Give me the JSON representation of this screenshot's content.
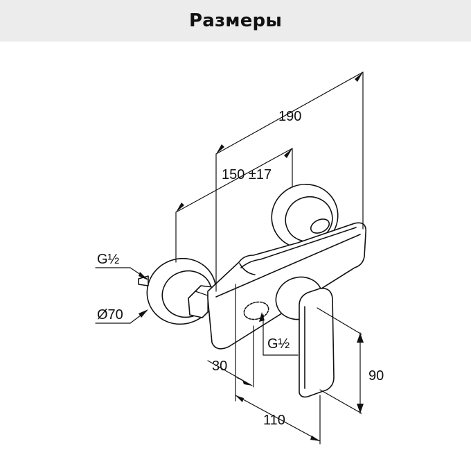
{
  "header": {
    "title": "Размеры"
  },
  "dimensions": {
    "overall_width": "190",
    "center_distance": "150 ±17",
    "inlet_thread": "G½",
    "flange_diameter": "Ø70",
    "outlet_thread": "G½",
    "outlet_offset": "30",
    "outlet_projection": "110",
    "handle_height": "90"
  },
  "colors": {
    "header_bg": "#ececec",
    "line": "#111111",
    "background": "#ffffff"
  }
}
